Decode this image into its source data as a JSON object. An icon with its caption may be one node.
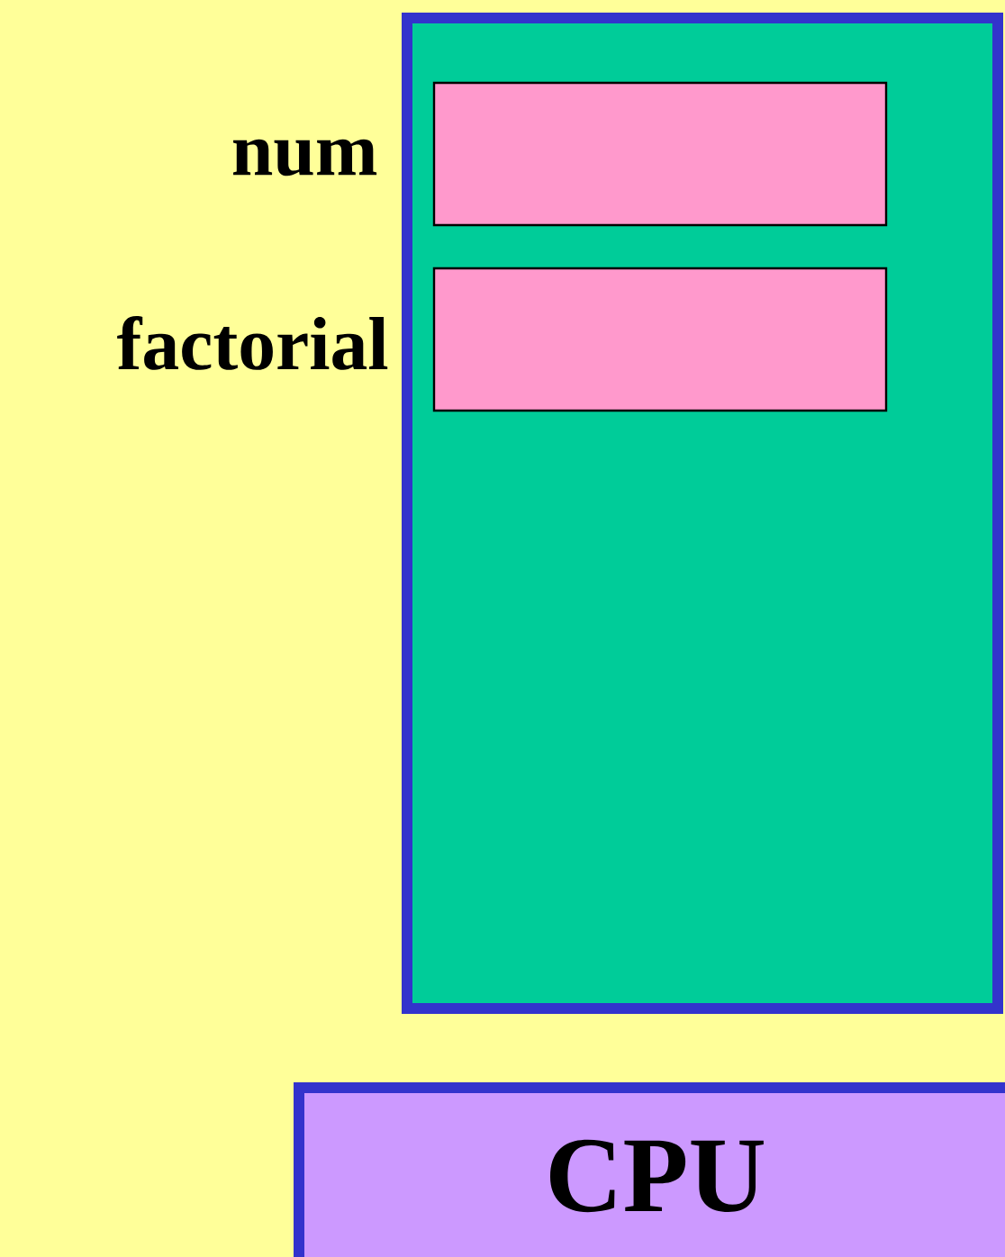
{
  "diagram": {
    "nodes": [
      {
        "text": [],
        "shape": "box"
      },
      {
        "text": [],
        "shape": "box",
        "in": 0,
        "beside": [
          "num"
        ]
      },
      {
        "text": [],
        "shape": "box",
        "in": 0,
        "beside": [
          "factorial"
        ]
      },
      {
        "text": [
          "CPU"
        ]
      }
    ]
  }
}
